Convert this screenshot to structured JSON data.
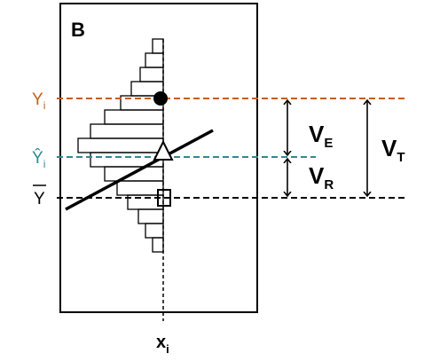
{
  "panel": {
    "label": "B"
  },
  "labels": {
    "y_observed": "Y",
    "y_observed_sub": "i",
    "y_predicted": "Ŷ",
    "y_predicted_sub": "i",
    "y_mean": "Y",
    "x_value": "x",
    "x_value_sub": "i",
    "v_explained": "V",
    "v_explained_sub": "E",
    "v_residual": "V",
    "v_residual_sub": "R",
    "v_total": "V",
    "v_total_sub": "T"
  },
  "colors": {
    "y_observed": "#c0601a",
    "y_predicted": "#2f8a8f",
    "y_mean": "#000000",
    "frame": "#000000"
  },
  "markers": {
    "observed": "filled-circle",
    "predicted": "open-triangle",
    "mean": "open-square"
  }
}
